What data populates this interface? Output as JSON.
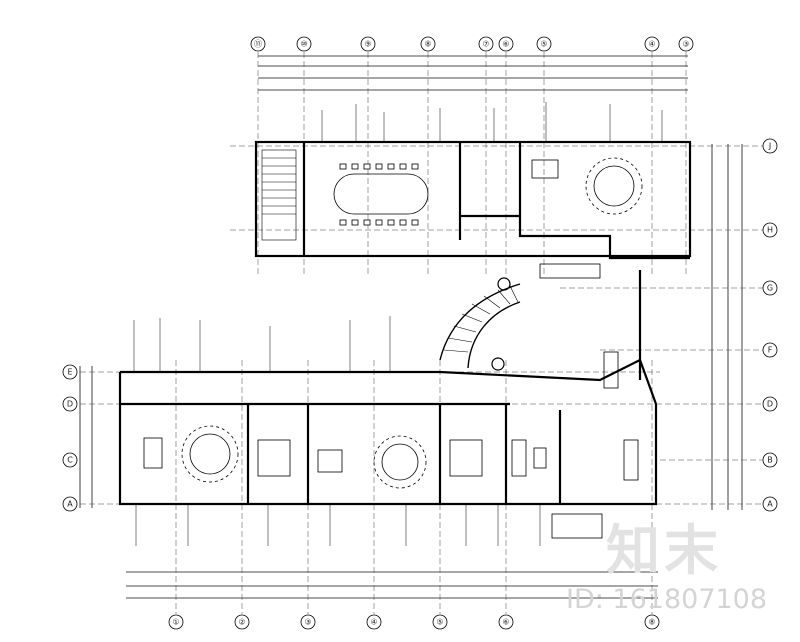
{
  "axes": {
    "top": [
      "⑪",
      "⑩",
      "⑨",
      "⑧",
      "⑦",
      "⑥",
      "⑤",
      "④",
      "③"
    ],
    "bottom": [
      "①",
      "②",
      "③",
      "④",
      "⑤",
      "⑥",
      "⑧"
    ],
    "left": [
      "E",
      "D",
      "C",
      "A"
    ],
    "right": [
      "J",
      "H",
      "G",
      "F",
      "D",
      "B",
      "A"
    ]
  },
  "watermark": {
    "logo": "知末",
    "id": "ID: 161807108"
  }
}
